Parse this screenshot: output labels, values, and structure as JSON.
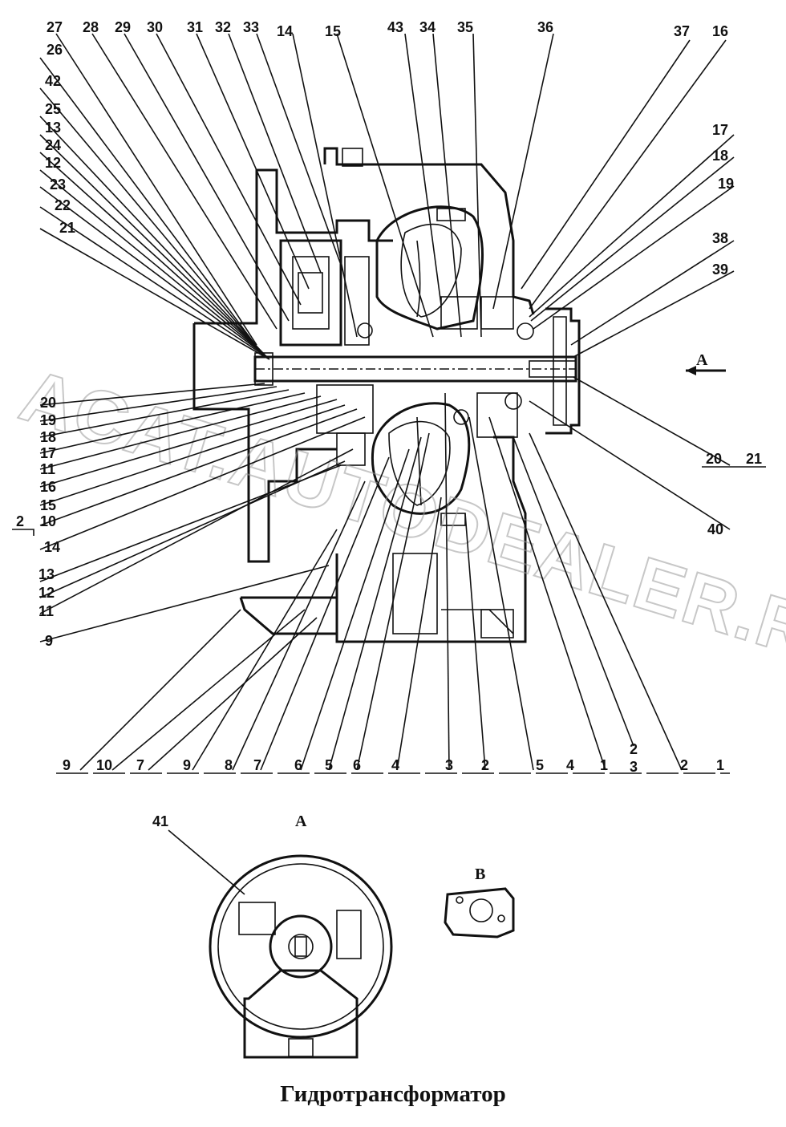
{
  "caption": "Гидротрансформатор",
  "watermark": "ACAT.AUTODEALER.RU",
  "views": {
    "a": "A",
    "b": "B",
    "a_arrow": "A"
  },
  "callouts_top": [
    "27",
    "28",
    "29",
    "30",
    "31",
    "32",
    "33",
    "14",
    "15",
    "43",
    "34",
    "35",
    "36",
    "37",
    "16"
  ],
  "callouts_left": [
    "26",
    "42",
    "25",
    "13",
    "24",
    "12",
    "23",
    "22",
    "21"
  ],
  "callouts_right": [
    "17",
    "18",
    "19",
    "38",
    "39",
    "20",
    "21",
    "40"
  ],
  "callouts_lower_left": [
    "20",
    "19",
    "18",
    "17",
    "11",
    "16",
    "15",
    "2",
    "10",
    "14",
    "13",
    "12",
    "11",
    "9"
  ],
  "callouts_bottom": [
    "9",
    "10",
    "7",
    "9",
    "8",
    "7",
    "6",
    "5",
    "6",
    "4",
    "3",
    "2",
    "5",
    "4",
    "1",
    "2",
    "3",
    "2",
    "1"
  ],
  "callout_view_a": "41",
  "colors": {
    "ink": "#111111",
    "watermark": "#9a9a9a",
    "background": "#ffffff"
  }
}
